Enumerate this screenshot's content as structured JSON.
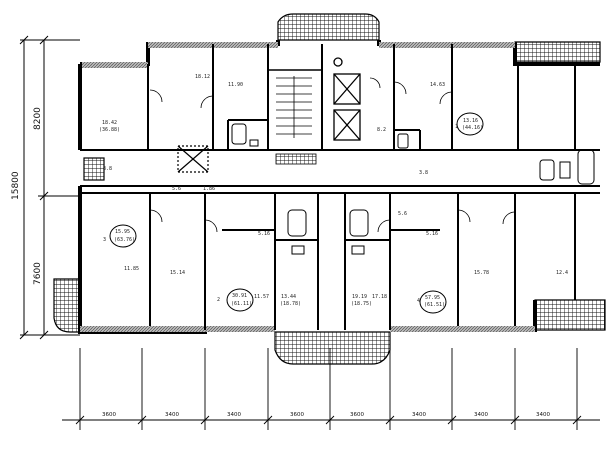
{
  "dimensions": {
    "total": "15800",
    "upper": "8200",
    "lower": "7600",
    "bottom": [
      "3600",
      "3400",
      "3400",
      "3600",
      "3600",
      "3400",
      "3400",
      "3400"
    ]
  },
  "room_labels": {
    "r_topleft_area": "18.42",
    "r_topleft_sub": "(36.88)",
    "r_top1": "18.12",
    "r_top2": "11.90",
    "r_topright1": "14.63",
    "r_topright_num": "1",
    "r_topright_area": "13.16",
    "r_topright_sub": "(44.16)",
    "r_left_num": "3",
    "r_left_area": "15.95",
    "r_left_sub": "(63.76)",
    "r_left_small": "11.85",
    "r_mid1": "15.14",
    "r_mid2_num": "2",
    "r_mid2_area": "30.91",
    "r_mid2_sub": "(61.11)",
    "r_mid3": "11.57",
    "r_mid4": "13.44",
    "r_mid4_sub": "(18.78)",
    "r_mid5": "19.19",
    "r_mid5_sub": "(18.75)",
    "r_mid6": "17.18",
    "r_mid7_num": "4",
    "r_mid7_area": "57.95",
    "r_mid7_sub": "(61.51)",
    "r_right1": "15.78",
    "r_right2": "12.4",
    "r_corr1": "3.8",
    "r_corr2": "5.6",
    "r_corr3": "1.86",
    "r_corr4": "5.16",
    "r_corr5": "5.16",
    "r_k1": "8.2",
    "r_k2": "5.6",
    "r_k3": "3.8"
  }
}
